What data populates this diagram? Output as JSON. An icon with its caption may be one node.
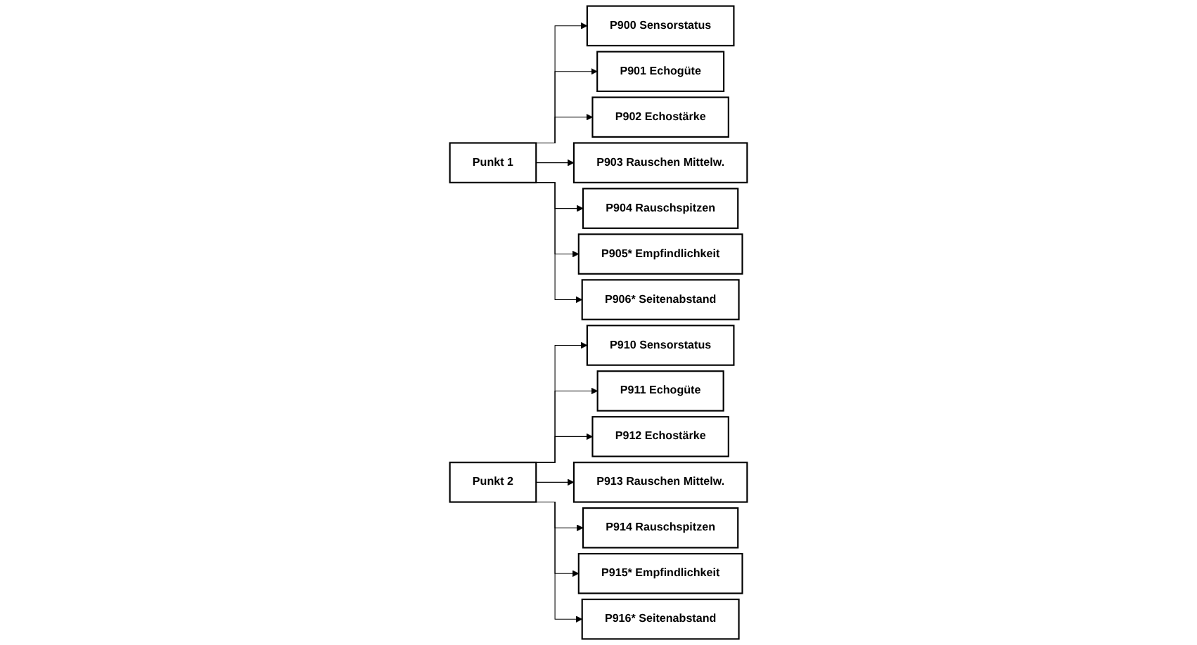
{
  "diagram": {
    "nodes": [
      {
        "text": [
          "Punkt 1"
        ]
      },
      {
        "text": [
          "P900 Sensorstatus"
        ]
      },
      {
        "text": [
          "P901 Echogüte"
        ]
      },
      {
        "text": [
          "P902 Echostärke"
        ]
      },
      {
        "text": [
          "P903 Rauschen Mittelw."
        ]
      },
      {
        "text": [
          "P904 Rauschspitzen"
        ]
      },
      {
        "text": [
          "P905* Empfindlichkeit"
        ]
      },
      {
        "text": [
          "P906* Seitenabstand"
        ]
      },
      {
        "text": [
          "Punkt 2"
        ]
      },
      {
        "text": [
          "P910 Sensorstatus"
        ]
      },
      {
        "text": [
          "P911 Echogüte"
        ]
      },
      {
        "text": [
          "P912 Echostärke"
        ]
      },
      {
        "text": [
          "P913 Rauschen Mittelw."
        ]
      },
      {
        "text": [
          "P914 Rauschspitzen"
        ]
      },
      {
        "text": [
          "P915* Empfindlichkeit"
        ]
      },
      {
        "text": [
          "P916* Seitenabstand"
        ]
      }
    ],
    "edges": [
      {
        "from": 0,
        "to": 1,
        "arrow": "to"
      },
      {
        "from": 0,
        "to": 2,
        "arrow": "to"
      },
      {
        "from": 0,
        "to": 3,
        "arrow": "to"
      },
      {
        "from": 0,
        "to": 4,
        "arrow": "to"
      },
      {
        "from": 0,
        "to": 5,
        "arrow": "to"
      },
      {
        "from": 0,
        "to": 6,
        "arrow": "to"
      },
      {
        "from": 0,
        "to": 7,
        "arrow": "to"
      },
      {
        "from": 8,
        "to": 9,
        "arrow": "to"
      },
      {
        "from": 8,
        "to": 10,
        "arrow": "to"
      },
      {
        "from": 8,
        "to": 11,
        "arrow": "to"
      },
      {
        "from": 8,
        "to": 12,
        "arrow": "to"
      },
      {
        "from": 8,
        "to": 13,
        "arrow": "to"
      },
      {
        "from": 8,
        "to": 14,
        "arrow": "to"
      },
      {
        "from": 8,
        "to": 15,
        "arrow": "to"
      }
    ]
  }
}
